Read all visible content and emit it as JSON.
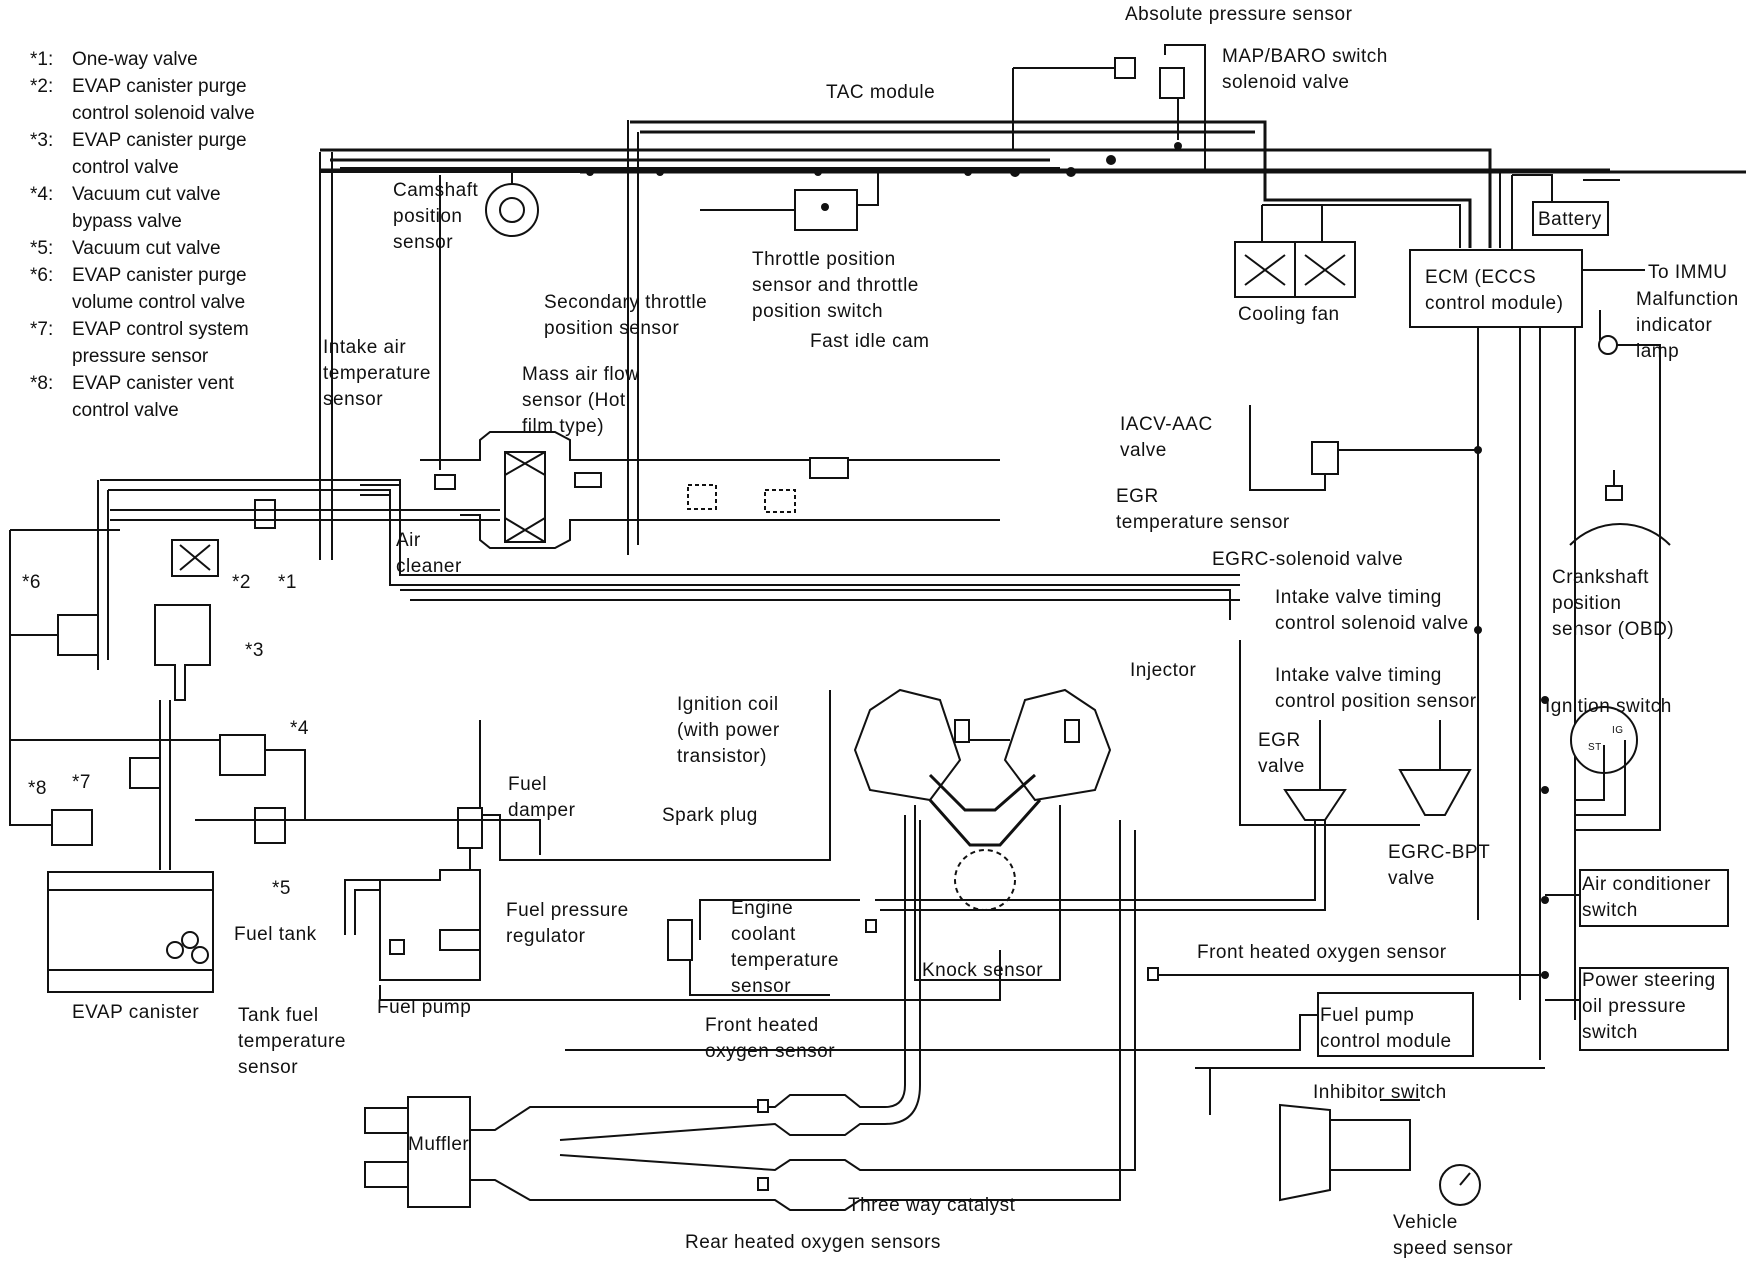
{
  "title": "Engine control system diagram",
  "legend": [
    {
      "key": "*1:",
      "text": "One-way valve"
    },
    {
      "key": "*2:",
      "text": "EVAP canister purge\ncontrol solenoid valve"
    },
    {
      "key": "*3:",
      "text": "EVAP canister purge\ncontrol valve"
    },
    {
      "key": "*4:",
      "text": "Vacuum cut valve\nbypass valve"
    },
    {
      "key": "*5:",
      "text": "Vacuum cut valve"
    },
    {
      "key": "*6:",
      "text": "EVAP canister purge\nvolume control valve"
    },
    {
      "key": "*7:",
      "text": "EVAP control system\npressure sensor"
    },
    {
      "key": "*8:",
      "text": "EVAP canister vent\ncontrol valve"
    }
  ],
  "callouts": {
    "c1": "*1",
    "c2": "*2",
    "c3": "*3",
    "c4": "*4",
    "c5": "*5",
    "c6": "*6",
    "c7": "*7",
    "c8": "*8"
  },
  "labels": {
    "absolute_pressure_sensor": "Absolute pressure sensor",
    "map_baro": "MAP/BARO switch\nsolenoid valve",
    "tac_module": "TAC module",
    "camshaft": "Camshaft\nposition\nsensor",
    "intake_air_temp": "Intake air\ntemperature\nsensor",
    "secondary_throttle": "Secondary throttle\nposition sensor",
    "mass_air_flow": "Mass air flow\nsensor (Hot\nfilm type)",
    "throttle_position": "Throttle position\nsensor and throttle\nposition switch",
    "fast_idle_cam": "Fast idle cam",
    "cooling_fan": "Cooling fan",
    "battery": "Battery",
    "ecm": "ECM (ECCS\ncontrol module)",
    "to_immu": "To IMMU",
    "mil": "Malfunction\nindicator\nlamp",
    "iacv": "IACV-AAC\nvalve",
    "egr_temp": "EGR\ntemperature sensor",
    "egrc_solenoid": "EGRC-solenoid valve",
    "crankshaft": "Crankshaft\nposition\nsensor (OBD)",
    "ivt_solenoid": "Intake valve timing\ncontrol solenoid valve",
    "injector": "Injector",
    "ivt_position": "Intake valve timing\ncontrol position sensor",
    "ignition_switch": "Ignition switch",
    "ignition_coil": "Ignition coil\n(with power\ntransistor)",
    "egr_valve": "EGR\nvalve",
    "egrc_bpt": "EGRC-BPT\nvalve",
    "spark_plug": "Spark plug",
    "fuel_damper": "Fuel\ndamper",
    "air_cleaner": "Air\ncleaner",
    "air_conditioner": "Air conditioner\nswitch",
    "fuel_pressure_regulator": "Fuel pressure\nregulator",
    "engine_coolant": "Engine\ncoolant\ntemperature\nsensor",
    "knock_sensor": "Knock sensor",
    "front_ho2s_right": "Front heated oxygen sensor",
    "power_steering": "Power steering\noil pressure\nswitch",
    "fuel_tank": "Fuel tank",
    "evap_canister": "EVAP canister",
    "tank_fuel_temp": "Tank fuel\ntemperature\nsensor",
    "fuel_pump": "Fuel pump",
    "front_ho2s_left": "Front heated\noxygen sensor",
    "fuel_pump_control": "Fuel pump\ncontrol module",
    "inhibitor_switch": "Inhibitor switch",
    "muffler": "Muffler",
    "three_way_catalyst": "Three way catalyst",
    "rear_ho2s": "Rear heated oxygen sensors",
    "vehicle_speed": "Vehicle\nspeed sensor",
    "ign_st": "ST",
    "ign_ig": "IG"
  }
}
